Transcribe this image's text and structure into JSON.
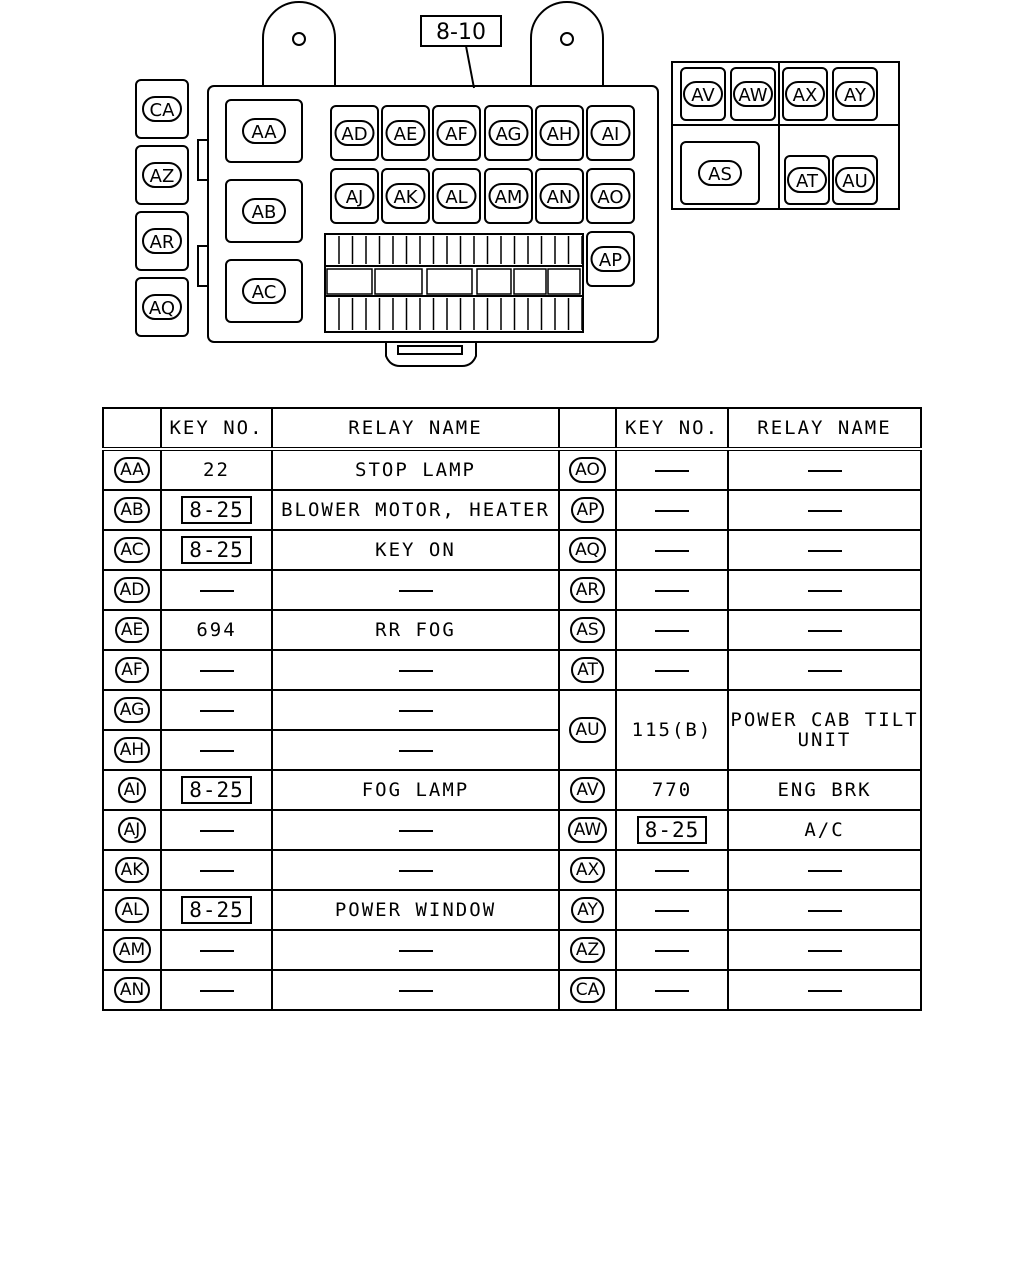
{
  "diagram": {
    "ref_box": "8-10",
    "left_connectors": [
      "CA",
      "AZ",
      "AR",
      "AQ"
    ],
    "big_relays": [
      "AA",
      "AB",
      "AC"
    ],
    "relay_row1": [
      "AD",
      "AE",
      "AF",
      "AG",
      "AH",
      "AI"
    ],
    "relay_row2": [
      "AJ",
      "AK",
      "AL",
      "AM",
      "AN",
      "AO"
    ],
    "relay_ap": "AP",
    "side_top": [
      "AV",
      "AW",
      "AX",
      "AY"
    ],
    "side_as": "AS",
    "side_bottom": [
      "AT",
      "AU"
    ]
  },
  "table": {
    "headers": [
      "",
      "KEY NO.",
      "RELAY NAME",
      "",
      "KEY NO.",
      "RELAY NAME"
    ],
    "left_rows": [
      {
        "id": "AA",
        "key": "22",
        "key_boxed": false,
        "name": "STOP LAMP"
      },
      {
        "id": "AB",
        "key": "8-25",
        "key_boxed": true,
        "name": "BLOWER MOTOR, HEATER"
      },
      {
        "id": "AC",
        "key": "8-25",
        "key_boxed": true,
        "name": "KEY ON"
      },
      {
        "id": "AD",
        "key": "—",
        "key_boxed": false,
        "name": "—"
      },
      {
        "id": "AE",
        "key": "694",
        "key_boxed": false,
        "name": "RR FOG"
      },
      {
        "id": "AF",
        "key": "—",
        "key_boxed": false,
        "name": "—"
      },
      {
        "id": "AG",
        "key": "—",
        "key_boxed": false,
        "name": "—"
      },
      {
        "id": "AH",
        "key": "—",
        "key_boxed": false,
        "name": "—"
      },
      {
        "id": "AI",
        "key": "8-25",
        "key_boxed": true,
        "name": "FOG LAMP"
      },
      {
        "id": "AJ",
        "key": "—",
        "key_boxed": false,
        "name": "—"
      },
      {
        "id": "AK",
        "key": "—",
        "key_boxed": false,
        "name": "—"
      },
      {
        "id": "AL",
        "key": "8-25",
        "key_boxed": true,
        "name": "POWER WINDOW"
      },
      {
        "id": "AM",
        "key": "—",
        "key_boxed": false,
        "name": "—"
      },
      {
        "id": "AN",
        "key": "—",
        "key_boxed": false,
        "name": "—"
      }
    ],
    "right_rows": [
      {
        "id": "AO",
        "key": "—",
        "key_boxed": false,
        "name": "—",
        "rowspan": 1
      },
      {
        "id": "AP",
        "key": "—",
        "key_boxed": false,
        "name": "—",
        "rowspan": 1
      },
      {
        "id": "AQ",
        "key": "—",
        "key_boxed": false,
        "name": "—",
        "rowspan": 1
      },
      {
        "id": "AR",
        "key": "—",
        "key_boxed": false,
        "name": "—",
        "rowspan": 1
      },
      {
        "id": "AS",
        "key": "—",
        "key_boxed": false,
        "name": "—",
        "rowspan": 1
      },
      {
        "id": "AT",
        "key": "—",
        "key_boxed": false,
        "name": "—",
        "rowspan": 1
      },
      {
        "id": "AU",
        "key": "115(B)",
        "key_boxed": false,
        "name": "POWER CAB TILT UNIT",
        "rowspan": 2
      },
      {
        "id": "AV",
        "key": "770",
        "key_boxed": false,
        "name": "ENG BRK",
        "rowspan": 1
      },
      {
        "id": "AW",
        "key": "8-25",
        "key_boxed": true,
        "name": "A/C",
        "rowspan": 1
      },
      {
        "id": "AX",
        "key": "—",
        "key_boxed": false,
        "name": "—",
        "rowspan": 1
      },
      {
        "id": "AY",
        "key": "—",
        "key_boxed": false,
        "name": "—",
        "rowspan": 1
      },
      {
        "id": "AZ",
        "key": "—",
        "key_boxed": false,
        "name": "—",
        "rowspan": 1
      },
      {
        "id": "CA",
        "key": "—",
        "key_boxed": false,
        "name": "—",
        "rowspan": 1
      }
    ]
  }
}
